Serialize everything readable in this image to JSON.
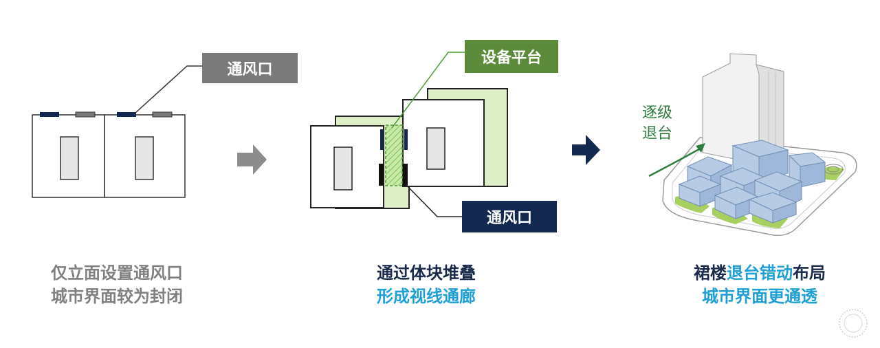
{
  "panels": {
    "left": {
      "callout_vent": "通风口",
      "caption_line1": "仅立面设置通风口",
      "caption_line2": "城市界面较为封闭"
    },
    "middle": {
      "callout_equipment": "设备平台",
      "callout_vent": "通风口",
      "caption_line1": "通过体块堆叠",
      "caption_line2": "形成视线通廊"
    },
    "right": {
      "steps_label_line1": "逐级",
      "steps_label_line2": "退台",
      "caption_line1_a": "裙楼",
      "caption_line1_b": "退台错动",
      "caption_line1_c": "布局",
      "caption_line2": "城市界面更通透"
    }
  },
  "colors": {
    "vent_label_gray": "#7a7a7a",
    "equipment_green": "#5a8a3a",
    "vent_navy": "#13284f",
    "arrow_gray": "#8c8c8c",
    "arrow_navy": "#13284f",
    "caption_cyan": "#1ea0d6",
    "light_green": "#ddf0c8"
  }
}
